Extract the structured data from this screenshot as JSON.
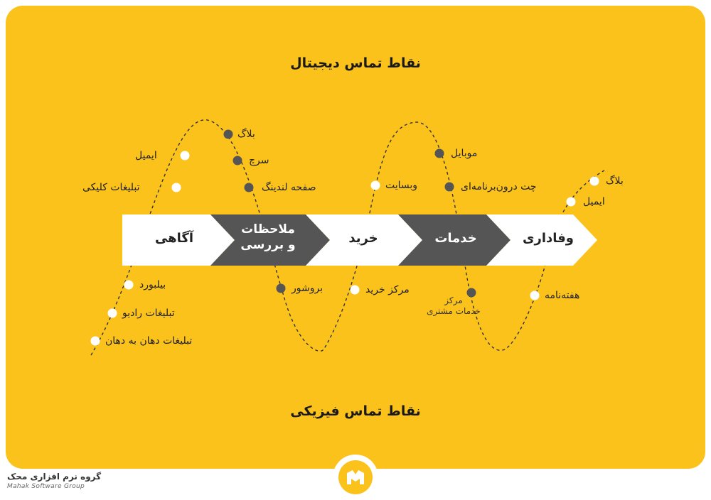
{
  "headings": {
    "top": "نقاط تماس دیجیتال",
    "bottom": "نقاط تماس فیزیکی"
  },
  "stages": [
    {
      "label": "آگاهی"
    },
    {
      "label_line1": "ملاحظات",
      "label_line2": "و بررسی"
    },
    {
      "label": "خرید"
    },
    {
      "label": "خدمات"
    },
    {
      "label": "وفاداری"
    }
  ],
  "touchpoints": {
    "awareness_digital": [
      "ایمیل",
      "تبلیغات کلیکی"
    ],
    "consideration_digital": [
      "بلاگ",
      "سرچ",
      "صفحه لندینگ"
    ],
    "purchase_digital": [
      "وبسایت"
    ],
    "service_digital": [
      "موبایل",
      "چت درون‌برنامه‌ای"
    ],
    "loyalty_digital": [
      "بلاگ",
      "ایمیل"
    ],
    "awareness_physical": [
      "بیلبورد",
      "تبلیغات رادیو",
      "تبلیغات دهان به دهان"
    ],
    "consideration_physical": [
      "بروشور"
    ],
    "purchase_physical": [
      "مرکز خرید"
    ],
    "service_physical": [
      "مرکز",
      "خدمات مشتری"
    ],
    "loyalty_physical": [
      "هفته‌نامه"
    ]
  },
  "brand": {
    "name_fa": "گروه نرم افزاری محک",
    "name_en": "Mahak Software Group"
  },
  "colors": {
    "background": "#FCC21C",
    "stage_light": "#FFFFFF",
    "stage_dark": "#555555",
    "dot_filled": "#555555",
    "dot_hollow": "#FFFFFF",
    "curve": "#333333"
  }
}
